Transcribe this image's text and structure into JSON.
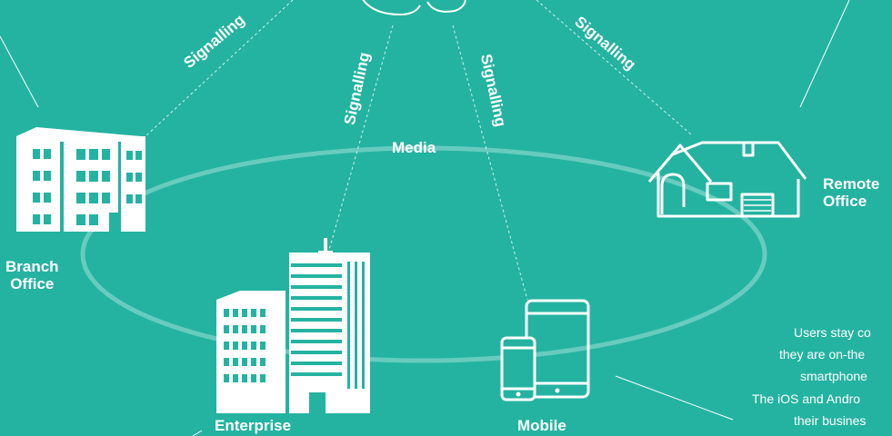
{
  "colors": {
    "background": "#24B3A1",
    "foreground": "#FFFFFF",
    "ring": "#7FD3C9"
  },
  "labels": {
    "signalling": "Signalling",
    "media": "Media",
    "branch_office": [
      "Branch",
      "Office"
    ],
    "remote_office": [
      "Remote",
      "Office"
    ],
    "enterprise": "Enterprise",
    "mobile": "Mobile"
  },
  "note_lines": [
    "Users stay co",
    "they are on-the",
    "smartphone",
    "The iOS and Andro",
    "their busines"
  ],
  "icons": [
    "cloud-icon",
    "branch-office-building-icon",
    "enterprise-building-icon",
    "house-icon",
    "tablet-icon",
    "smartphone-icon"
  ]
}
